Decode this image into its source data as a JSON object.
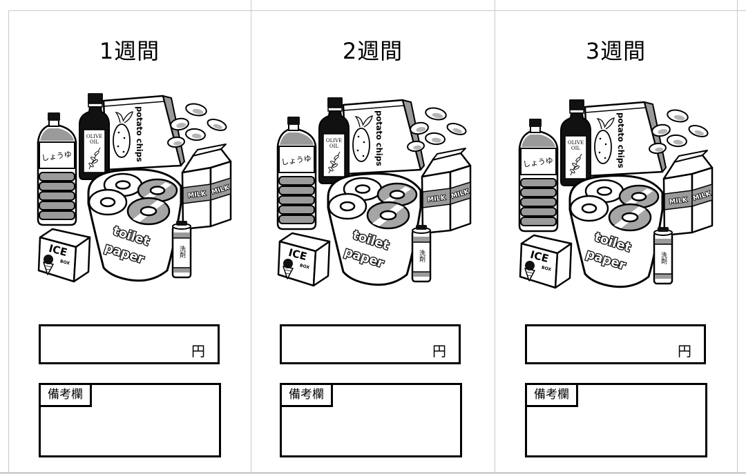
{
  "columns": [
    {
      "heading": "1週間",
      "amount_unit": "円",
      "remarks_label": "備考欄"
    },
    {
      "heading": "2週間",
      "amount_unit": "円",
      "remarks_label": "備考欄"
    },
    {
      "heading": "3週間",
      "amount_unit": "円",
      "remarks_label": "備考欄"
    }
  ],
  "illustration": {
    "soy_sauce_label": "しょうゆ",
    "olive_oil_label": [
      "OLIVE",
      "OIL"
    ],
    "chips_label": "potato chips",
    "milk_label": [
      "MILK",
      "MILK"
    ],
    "toilet_paper_label": [
      "toilet",
      "paper"
    ],
    "ice_box_label": [
      "ICE",
      "BOX"
    ],
    "detergent_label": "洗剤"
  },
  "colors": {
    "ink": "#000000",
    "shade": "#9a9a9a",
    "grid": "#c9c9c9"
  }
}
